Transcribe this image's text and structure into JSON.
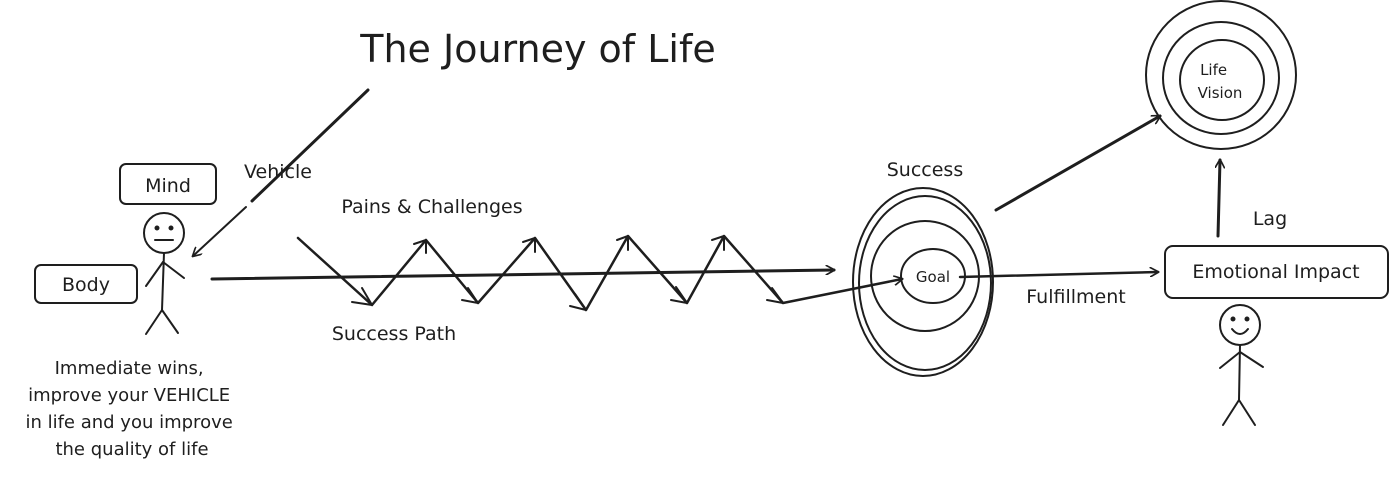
{
  "diagram": {
    "title": "The Journey of Life",
    "labels": {
      "vehicle": "Vehicle",
      "mind": "Mind",
      "body": "Body",
      "pains_challenges": "Pains & Challenges",
      "success_path": "Success Path",
      "success": "Success",
      "goal": "Goal",
      "fulfillment": "Fulfillment",
      "emotional_impact": "Emotional Impact",
      "lag": "Lag",
      "life_vision_line1": "Life",
      "life_vision_line2": "Vision"
    },
    "note_lines": [
      "Immediate wins,",
      "improve your VEHICLE",
      "in life and you improve",
      "the quality of life"
    ]
  }
}
